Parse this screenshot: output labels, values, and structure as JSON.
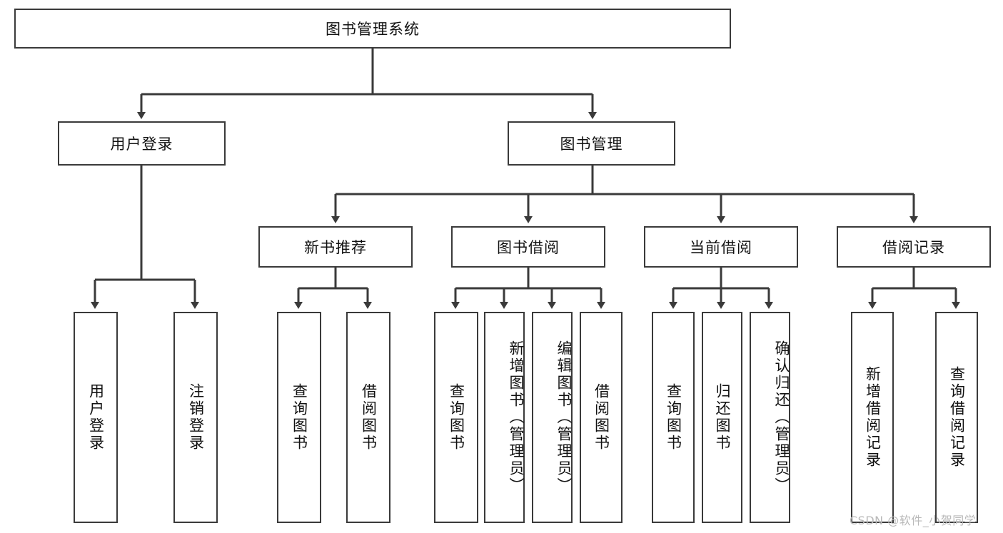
{
  "diagram": {
    "type": "hierarchy-tree",
    "title": "图书管理系统",
    "root": {
      "label": "图书管理系统"
    },
    "level2": [
      {
        "label": "用户登录"
      },
      {
        "label": "图书管理"
      }
    ],
    "level3": [
      {
        "label": "新书推荐"
      },
      {
        "label": "图书借阅"
      },
      {
        "label": "当前借阅"
      },
      {
        "label": "借阅记录"
      }
    ],
    "leaves": {
      "user_login": [
        {
          "label": "用户登录"
        },
        {
          "label": "注销登录"
        }
      ],
      "new_book_recommend": [
        {
          "label": "查询图书"
        },
        {
          "label": "借阅图书"
        }
      ],
      "book_borrow": [
        {
          "label": "查询图书"
        },
        {
          "label": "新增图书（管理员）"
        },
        {
          "label": "编辑图书（管理员）"
        },
        {
          "label": "借阅图书"
        }
      ],
      "current_borrow": [
        {
          "label": "查询图书"
        },
        {
          "label": "归还图书"
        },
        {
          "label": "确认归还（管理员）"
        }
      ],
      "borrow_record": [
        {
          "label": "新增借阅记录"
        },
        {
          "label": "查询借阅记录"
        }
      ]
    }
  },
  "watermark": {
    "text": "CSDN @软件_小贺同学"
  },
  "colors": {
    "stroke": "#3a3a3a",
    "fill": "#ffffff",
    "text": "#111111",
    "watermark": "#b9b9b9"
  }
}
